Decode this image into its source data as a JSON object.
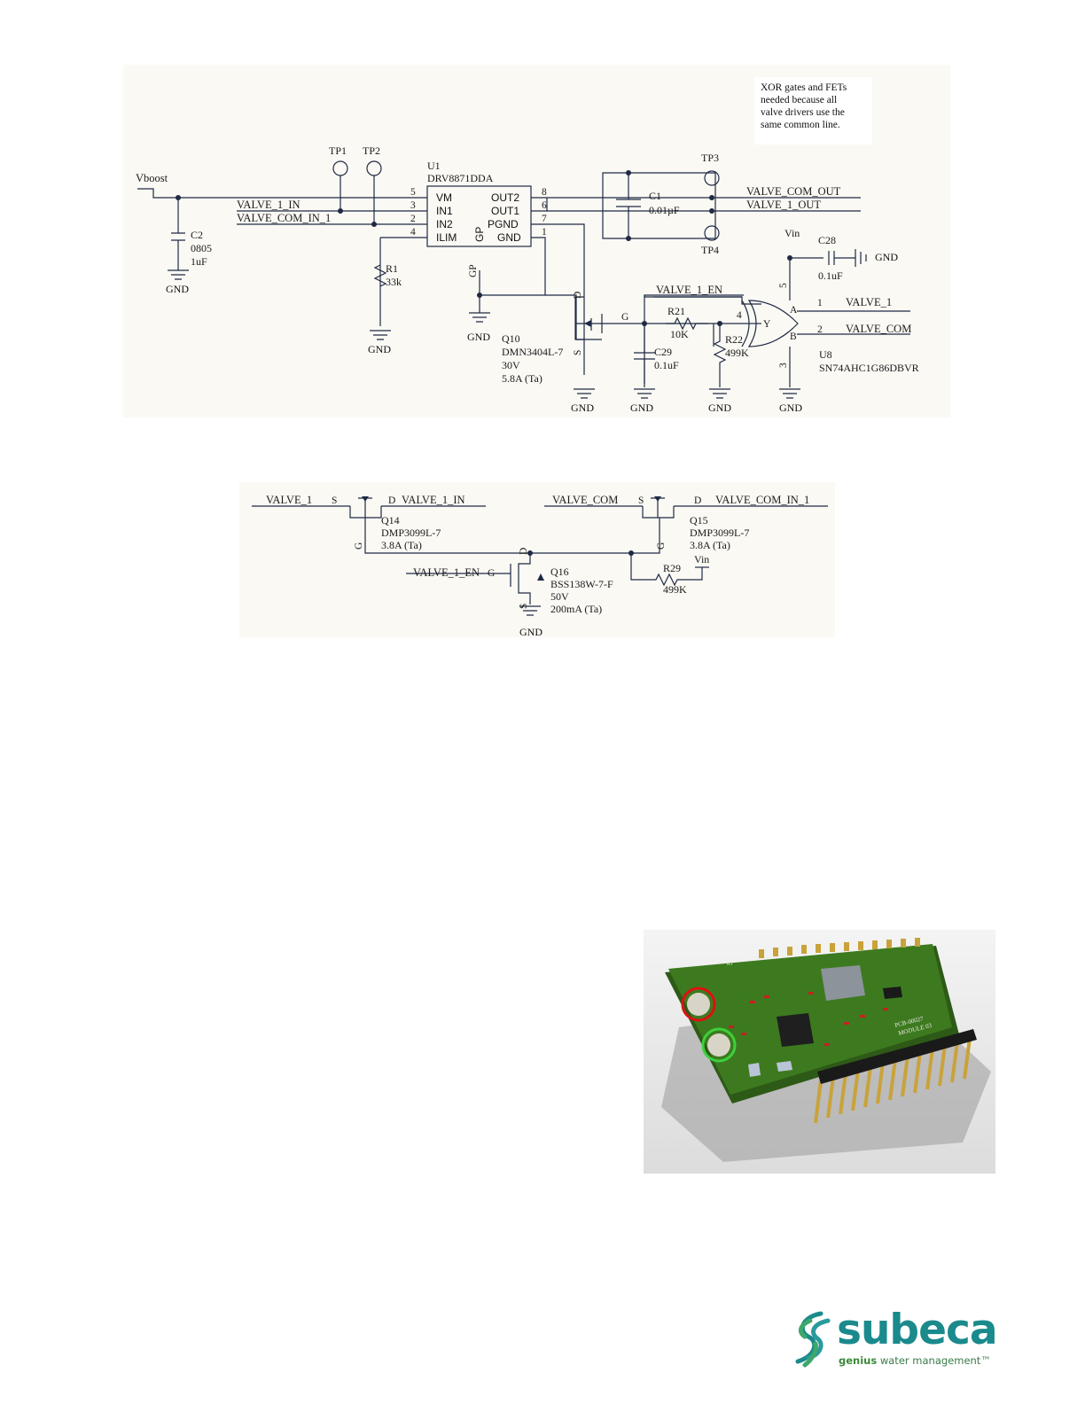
{
  "schematic_1": {
    "note": [
      "XOR gates and FETs",
      "needed because all",
      "valve drivers use the",
      "same common line."
    ],
    "u1": {
      "ref": "U1",
      "part": "DRV8871DDA",
      "left_pins": [
        {
          "num": "5",
          "name": "VM"
        },
        {
          "num": "3",
          "name": "IN1"
        },
        {
          "num": "2",
          "name": "IN2"
        },
        {
          "num": "4",
          "name": "ILIM"
        }
      ],
      "right_pins": [
        {
          "num": "8",
          "name": "OUT2"
        },
        {
          "num": "6",
          "name": "OUT1"
        },
        {
          "num": "7",
          "name": "PGND"
        },
        {
          "num": "1",
          "name": "GND"
        }
      ],
      "gp_inner": "GP",
      "gp_outer": "GP"
    },
    "nets": {
      "vboost": "Vboost",
      "valve_1_in": "VALVE_1_IN",
      "valve_com_in_1": "VALVE_COM_IN_1",
      "valve_com_out": "VALVE_COM_OUT",
      "valve_1_out": "VALVE_1_OUT",
      "valve_1_en": "VALVE_1_EN",
      "valve_1": "VALVE_1",
      "valve_com": "VALVE_COM",
      "vin": "Vin",
      "gnd": "GND"
    },
    "testpoints": [
      "TP1",
      "TP2",
      "TP3",
      "TP4"
    ],
    "c2": [
      "C2",
      "0805",
      "1uF"
    ],
    "r1": [
      "R1",
      "33k"
    ],
    "c1": [
      "C1",
      "0.01µF"
    ],
    "c28": [
      "C28",
      "0.1uF"
    ],
    "q10": {
      "ref": "Q10",
      "lines": [
        "DMN3404L-7",
        "30V",
        "5.8A (Ta)"
      ],
      "d": "D",
      "g": "G",
      "s": "S"
    },
    "r21": [
      "R21",
      "10K"
    ],
    "c29": [
      "C29",
      "0.1uF"
    ],
    "r22": [
      "R22",
      "499K"
    ],
    "u8": {
      "ref": "U8",
      "part": "SN74AHC1G86DBVR",
      "y": "Y",
      "a": "A",
      "b": "B",
      "pin1": "1",
      "pin2": "2",
      "pin3": "3",
      "pin4": "4",
      "pin5": "5"
    }
  },
  "schematic_2": {
    "nets": {
      "valve_1": "VALVE_1",
      "valve_1_in": "VALVE_1_IN",
      "valve_com": "VALVE_COM",
      "valve_com_in_1": "VALVE_COM_IN_1",
      "valve_1_en": "VALVE_1_EN",
      "vin": "Vin",
      "gnd": "GND"
    },
    "q14": {
      "ref": "Q14",
      "lines": [
        "DMP3099L-7",
        "3.8A (Ta)"
      ],
      "s": "S",
      "d": "D",
      "g": "G"
    },
    "q15": {
      "ref": "Q15",
      "lines": [
        "DMP3099L-7",
        "3.8A (Ta)"
      ],
      "s": "S",
      "d": "D",
      "g": "G"
    },
    "q16": {
      "ref": "Q16",
      "lines": [
        "BSS138W-7-F",
        "50V",
        "200mA (Ta)"
      ],
      "g": "G",
      "d": "D",
      "s": "S"
    },
    "r29": [
      "R29",
      "499K"
    ]
  },
  "pcb_photo": {
    "silkscreen": [
      "PCB-00027",
      "MODULE 03",
      "R1"
    ]
  },
  "logo": {
    "wordmark": "subeca",
    "tagline_bold": "genius",
    "tagline_rest": " water management™",
    "color": "#1a8a8c"
  }
}
